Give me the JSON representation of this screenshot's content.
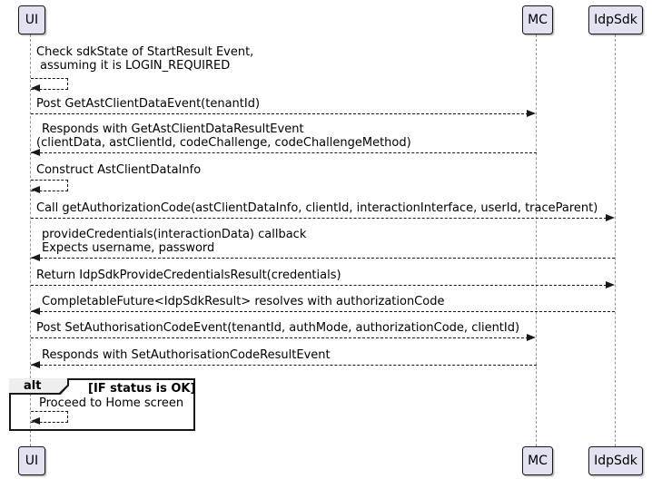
{
  "diagram": {
    "type": "uml-sequence-diagram",
    "participants": [
      {
        "label": "UI"
      },
      {
        "label": "MC"
      },
      {
        "label": "IdpSdk"
      }
    ],
    "messages": [
      {
        "kind": "self",
        "from": "UI",
        "to": "UI",
        "lines": [
          "Check sdkState of StartResult Event,",
          "assuming it is LOGIN_REQUIRED"
        ]
      },
      {
        "kind": "arrow-right",
        "from": "UI",
        "to": "MC",
        "lines": [
          "Post GetAstClientDataEvent(tenantId)"
        ]
      },
      {
        "kind": "arrow-left",
        "from": "MC",
        "to": "UI",
        "lines": [
          "Responds with GetAstClientDataResultEvent",
          "(clientData, astClientId, codeChallenge, codeChallengeMethod)"
        ]
      },
      {
        "kind": "self",
        "from": "UI",
        "to": "UI",
        "lines": [
          "Construct AstClientDataInfo"
        ]
      },
      {
        "kind": "arrow-right",
        "from": "UI",
        "to": "IdpSdk",
        "lines": [
          "Call getAuthorizationCode(astClientDataInfo, clientId, interactionInterface, userId, traceParent)"
        ]
      },
      {
        "kind": "arrow-left",
        "from": "IdpSdk",
        "to": "UI",
        "lines": [
          "provideCredentials(interactionData) callback",
          "Expects username, password"
        ]
      },
      {
        "kind": "arrow-right",
        "from": "UI",
        "to": "IdpSdk",
        "lines": [
          "Return IdpSdkProvideCredentialsResult(credentials)"
        ]
      },
      {
        "kind": "arrow-left",
        "from": "IdpSdk",
        "to": "UI",
        "lines": [
          "CompletableFuture<IdpSdkResult> resolves with authorizationCode"
        ]
      },
      {
        "kind": "arrow-right",
        "from": "UI",
        "to": "MC",
        "lines": [
          "Post SetAuthorisationCodeEvent(tenantId, authMode, authorizationCode, clientId)"
        ]
      },
      {
        "kind": "arrow-left",
        "from": "MC",
        "to": "UI",
        "lines": [
          "Responds with SetAuthorisationCodeResultEvent"
        ]
      },
      {
        "kind": "self",
        "from": "UI",
        "to": "UI",
        "lines": [
          "Proceed to Home screen"
        ]
      }
    ],
    "alt_frame": {
      "operator": "alt",
      "guard": "[IF status is OK]"
    },
    "colors": {
      "participant_fill": "#E2E2F0",
      "border": "#181818",
      "lifeline": "#999999",
      "text": "#000000",
      "frame_tab_fill": "#EEEEEE",
      "background": "#FFFFFF"
    }
  }
}
